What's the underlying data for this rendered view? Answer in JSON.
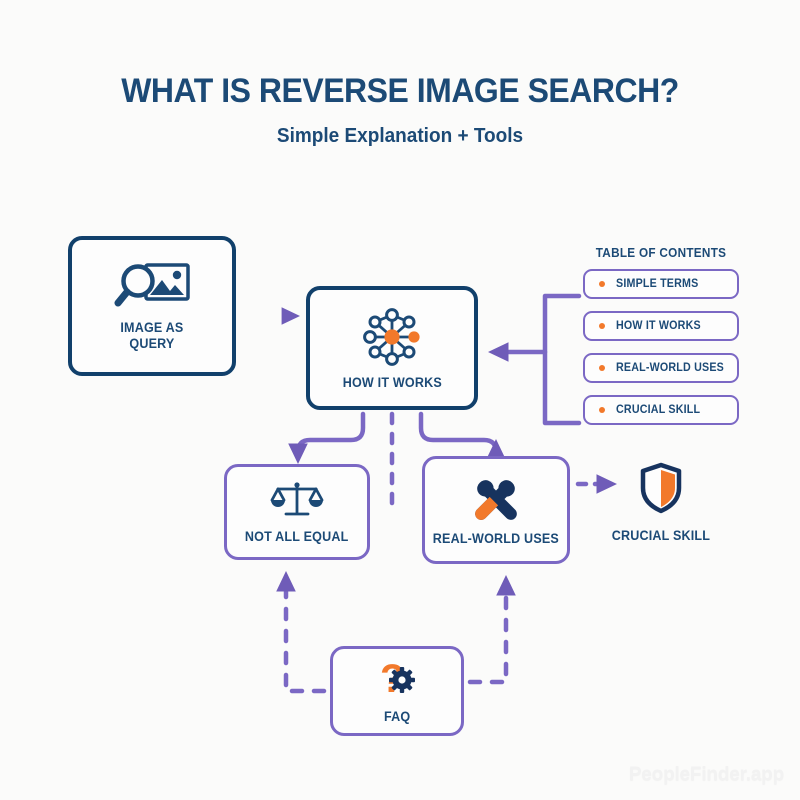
{
  "header": {
    "title": "WHAT IS REVERSE IMAGE SEARCH?",
    "subtitle": "Simple Explanation + Tools"
  },
  "colors": {
    "background": "#fbfbfa",
    "navy": "#11406b",
    "navy_text": "#1c4a76",
    "purple": "#7b68c4",
    "orange": "#f2792b",
    "watermark": "#f2f2f2"
  },
  "nodes": [
    {
      "id": "image-as-query",
      "label": "IMAGE AS\nQUERY",
      "icon": "image-search-icon",
      "border": "navy"
    },
    {
      "id": "how-it-works",
      "label": "HOW IT WORKS",
      "icon": "network-nodes-icon",
      "border": "navy"
    },
    {
      "id": "not-all-equal",
      "label": "NOT ALL EQUAL",
      "icon": "balance-scale-icon",
      "border": "purple"
    },
    {
      "id": "real-world-uses",
      "label": "REAL-WORLD USES",
      "icon": "crossed-wrenches-icon",
      "border": "purple"
    },
    {
      "id": "faq",
      "label": "FAQ",
      "icon": "question-gear-icon",
      "border": "purple"
    }
  ],
  "node_labels": {
    "image_as_query_line1": "IMAGE AS",
    "image_as_query_line2": "QUERY",
    "how_it_works": "HOW IT WORKS",
    "not_all_equal": "NOT ALL EQUAL",
    "real_world_uses": "REAL-WORLD USES",
    "faq": "FAQ"
  },
  "toc": {
    "heading": "TABLE OF CONTENTS",
    "items": [
      {
        "label": "SIMPLE TERMS"
      },
      {
        "label": "HOW IT WORKS"
      },
      {
        "label": "REAL-WORLD USES"
      },
      {
        "label": "CRUCIAL SKILL"
      }
    ]
  },
  "crucial_skill": {
    "label": "CRUCIAL SKILL",
    "icon": "shield-icon"
  },
  "watermark": {
    "text": "PeopleFinder.app"
  }
}
